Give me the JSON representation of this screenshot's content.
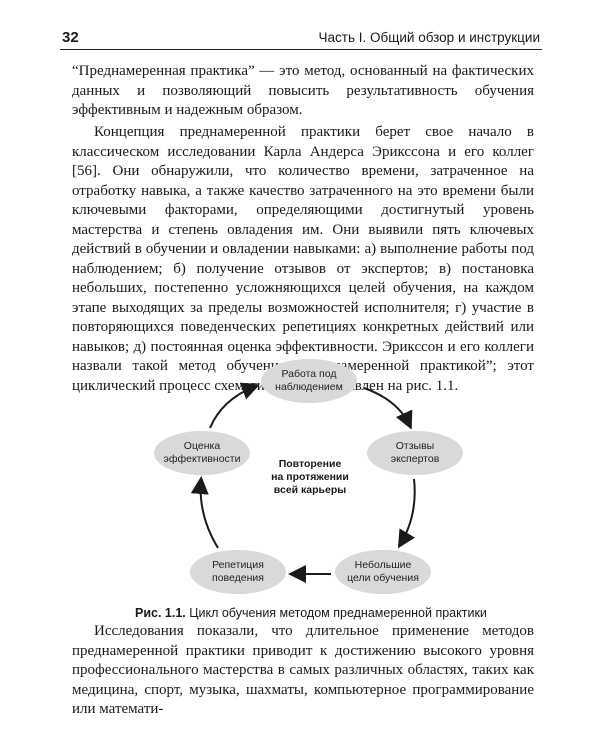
{
  "header": {
    "page_number": "32",
    "running_head": "Часть I. Общий обзор и инструкции"
  },
  "paragraph1": "“Преднамеренная практика” — это метод, основанный на фактических данных и позволяющий повысить результативность обучения эффективным и надежным образом.",
  "paragraph2": "Концепция преднамеренной практики берет свое начало в классическом исследовании Карла Андерса Эрикссона и его коллег [56]. Они обнаружили, что количество времени, затраченное на отработку навыка, а также качество затраченного на это времени были ключевыми факторами, определяющими достигнутый уровень мастерства и степень овладения им. Они выявили пять ключевых действий в обучении и овладении навыками: а) выполнение работы под наблюдением; б) получение отзывов от экспертов; в) постановка небольших, постепенно усложняющихся целей обучения, на каждом этапе выходящих за пределы возможностей исполнителя; г) участие в повторяющихся поведенческих репетициях конкретных действий или навыков; д) постоянная оценка эффективности. Эрикссон и его коллеги назвали такой метод обучения “преднамеренной практикой”; этот циклический процесс схематически представлен на рис. 1.1.",
  "diagram": {
    "nodes": [
      "Работа под\nнаблюдением",
      "Отзывы\nэкспертов",
      "Небольшие\nцели обучения",
      "Репетиция\nповедения",
      "Оценка\nэффективности"
    ],
    "center": "Повторение\nна протяжении\nвсей карьеры"
  },
  "caption": {
    "label": "Рис. 1.1.",
    "text": " Цикл обучения методом преднамеренной практики"
  },
  "paragraph3": "Исследования показали, что длительное применение методов преднамеренной практики приводит к достижению высокого уровня профессионального мастерства в самых различных областях, таких как медицина, спорт, музыка, шахматы, компьютерное программирование или математи-"
}
